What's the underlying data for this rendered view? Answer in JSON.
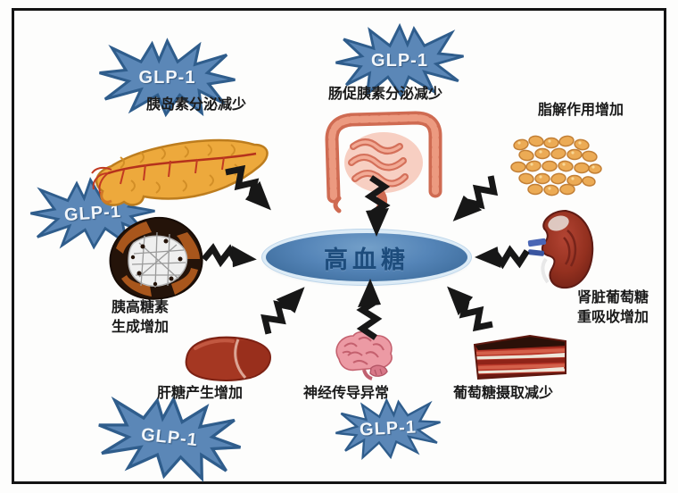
{
  "center": {
    "label": "高血糖"
  },
  "glp1_badge": "GLP-1",
  "nodes": {
    "pancreas": {
      "label": "胰岛素分泌减少",
      "organ": "pancreas",
      "glp1": true
    },
    "intestine": {
      "label": "肠促胰素分泌减少",
      "organ": "intestine",
      "glp1": true
    },
    "fat": {
      "label": "脂解作用增加",
      "organ": "fat-cells",
      "glp1": false
    },
    "islet": {
      "label_line1": "胰高糖素",
      "label_line2": "生成增加",
      "organ": "pancreatic-islet",
      "glp1": true
    },
    "kidney": {
      "label_line1": "肾脏葡萄糖",
      "label_line2": "重吸收增加",
      "organ": "kidney",
      "glp1": false
    },
    "liver": {
      "label": "肝糖产生增加",
      "organ": "liver",
      "glp1": true
    },
    "brain": {
      "label": "神经传导异常",
      "organ": "brain",
      "glp1": true
    },
    "muscle": {
      "label": "葡萄糖摄取减少",
      "organ": "muscle",
      "glp1": false
    }
  },
  "colors": {
    "burst_fill": "#5b87b7",
    "burst_stroke": "#2f5d8c",
    "burst_text": "#f2f6fa",
    "ellipse_fill": "#5585b8",
    "ellipse_ring": "#dcebf6",
    "ellipse_text": "#1d4c7c",
    "arrow": "#171717",
    "label_text": "#1a1a1a",
    "frame": "#141414",
    "background": "#fdfdfc"
  }
}
